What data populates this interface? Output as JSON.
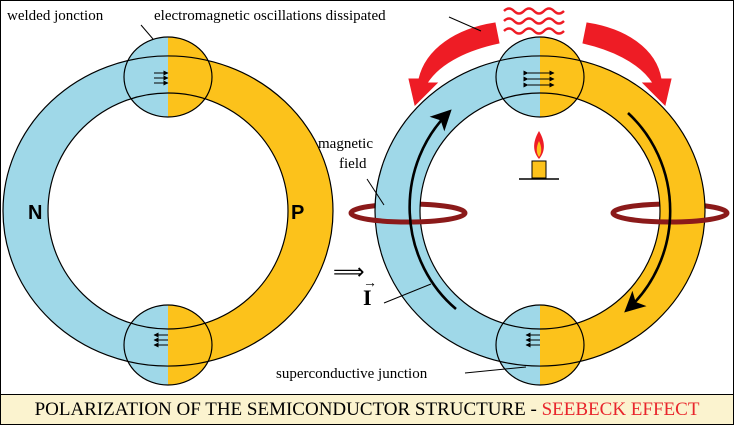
{
  "labels": {
    "welded_junction": "welded jonction",
    "oscillations": "electromagnetic oscillations dissipated",
    "magnetic_field_line1": "magnetic",
    "magnetic_field_line2": "field",
    "n": "N",
    "p": "P",
    "implies": "⟹",
    "current": "I",
    "superconductive": "superconductive junction"
  },
  "footer": {
    "title": "POLARIZATION OF THE SEMICONDUCTOR STRUCTURE - ",
    "accent": "SEEBECK EFFECT"
  },
  "colors": {
    "n_material": "#9fd8e8",
    "p_material": "#fcc21b",
    "flow_arrows": "#ee1c25",
    "ring": "#8b1a1a",
    "footer_bg": "#fbf3cf",
    "footer_accent": "#e8262c"
  }
}
